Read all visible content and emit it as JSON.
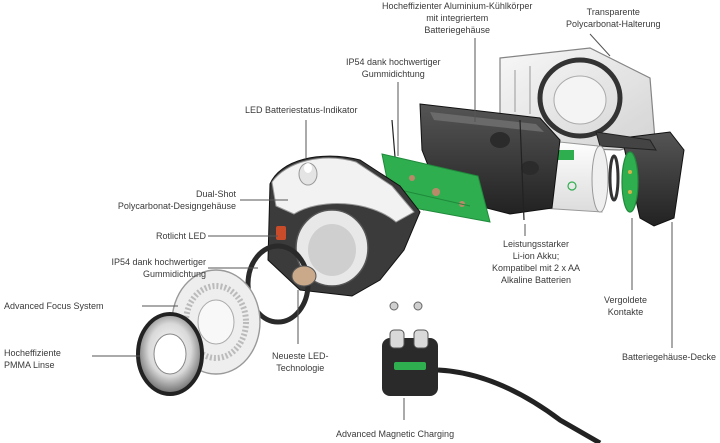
{
  "labels": {
    "aluminium_heatsink": [
      "Hocheffizienter Aluminium-Kühlkörper",
      "mit integriertem",
      "Batteriegehäuse"
    ],
    "transparent_holder": [
      "Transparente",
      "Polycarbonat-Halterung"
    ],
    "ip54_top": [
      "IP54 dank hochwertiger",
      "Gummidichtung"
    ],
    "led_battery_indicator": [
      "LED Batteriestatus-Indikator"
    ],
    "dual_shot_housing": [
      "Dual-Shot",
      "Polycarbonat-Designgehäuse"
    ],
    "red_light_led": [
      "Rotlicht LED"
    ],
    "ip54_left": [
      "IP54 dank hochwertiger",
      "Gummidichtung"
    ],
    "advanced_focus": [
      "Advanced Focus System"
    ],
    "pmma_lens": [
      "Hocheffiziente",
      "PMMA Linse"
    ],
    "new_led_tech": [
      "Neueste LED-",
      "Technologie"
    ],
    "battery": [
      "Leistungsstarker",
      "Li-ion Akku;",
      "Kompatibel mit 2 x AA",
      "Alkaline Batterien"
    ],
    "gold_contacts": [
      "Vergoldete",
      "Kontakte"
    ],
    "battery_cover": [
      "Batteriegehäuse-Decke"
    ],
    "magnetic_charging": [
      "Advanced Magnetic Charging"
    ]
  },
  "colors": {
    "text": "#3a3a3a",
    "leader": "#555555",
    "housing_dark": "#3b3b3b",
    "housing_white": "#f2f2f2",
    "pcb_green": "#2fae4f",
    "pcb_dark": "#1f8a3b",
    "connector_dark": "#2a2a2a"
  }
}
